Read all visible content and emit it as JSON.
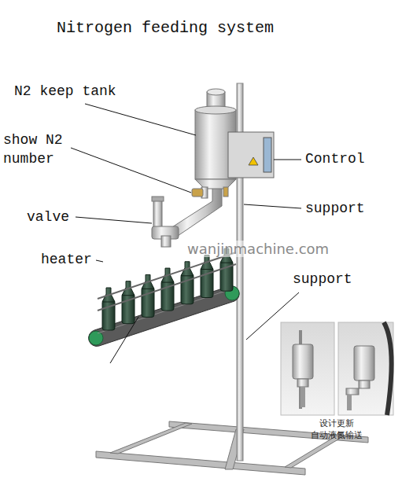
{
  "diagram": {
    "title": "Nitrogen feeding system",
    "labels": [
      "N2 keep tank",
      "show N2 number",
      "valve",
      "heater",
      "Control",
      "support",
      "support",
      "wanjinmachine.com",
      "设计更新",
      "自动液氮输送"
    ]
  }
}
